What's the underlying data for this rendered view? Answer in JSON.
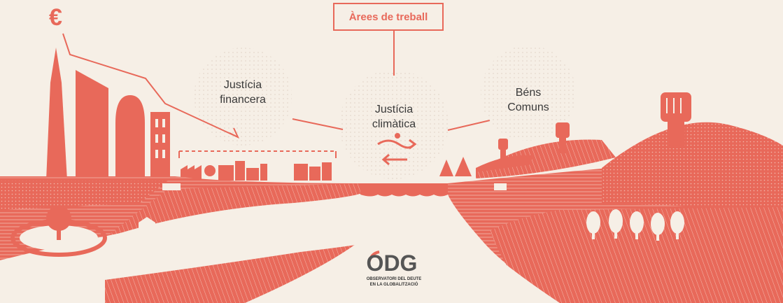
{
  "header": {
    "title": "Àrees de treball"
  },
  "areas": [
    {
      "line1": "Justícia",
      "line2": "financera"
    },
    {
      "line1": "Justícia",
      "line2": "climàtica"
    },
    {
      "line1": "Béns",
      "line2": "Comuns"
    }
  ],
  "currency_symbol": "€",
  "logo": {
    "name": "ODG",
    "subtitle_line1": "OBSERVATORI DEL DEUTE",
    "subtitle_line2": "EN LA GLOBALITZACIÓ"
  },
  "colors": {
    "accent": "#e8695a",
    "background": "#f6efe6",
    "text": "#3a3a3a"
  }
}
